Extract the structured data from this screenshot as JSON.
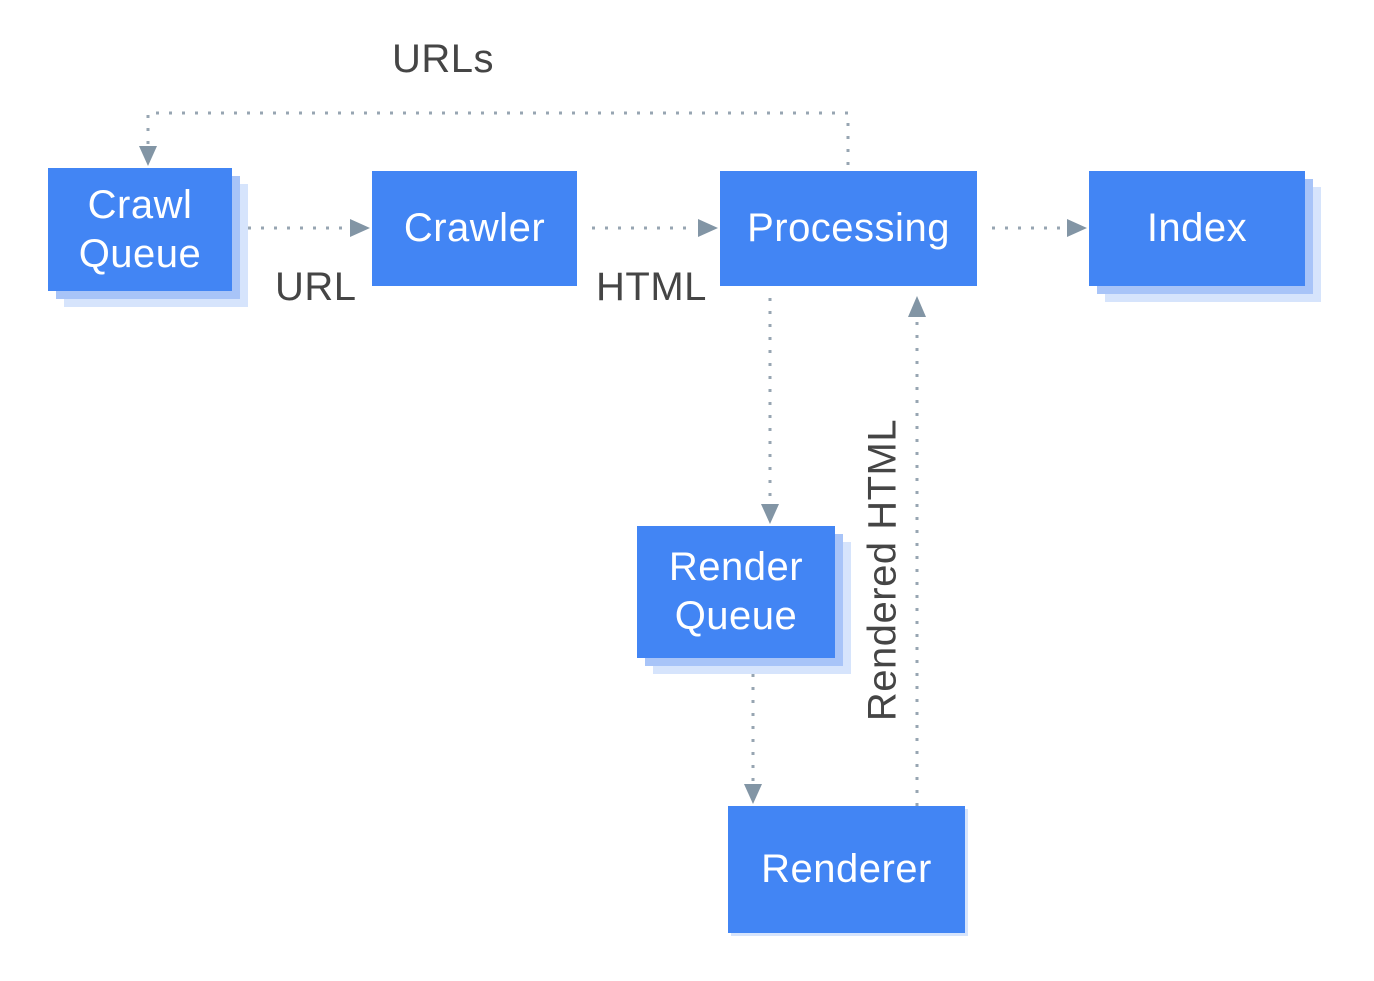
{
  "diagram": {
    "description": "Googlebot crawl-render-index pipeline diagram",
    "nodes": {
      "crawl_queue": {
        "line1": "Crawl",
        "line2": "Queue"
      },
      "crawler": {
        "line1": "Crawler"
      },
      "processing": {
        "line1": "Processing"
      },
      "index": {
        "line1": "Index"
      },
      "render_queue": {
        "line1": "Render",
        "line2": "Queue"
      },
      "renderer": {
        "line1": "Renderer"
      }
    },
    "edge_labels": {
      "urls": "URLs",
      "url": "URL",
      "html": "HTML",
      "rendered_html": "Rendered HTML"
    },
    "colors": {
      "node_fill": "#4285F4",
      "node_text": "#FFFFFF",
      "shadow_inner": "#A8C4F8",
      "shadow_outer": "#D6E4FC",
      "connector_dots": "#97A5B2",
      "arrowhead": "#8295A5",
      "label_text": "#454545"
    }
  }
}
